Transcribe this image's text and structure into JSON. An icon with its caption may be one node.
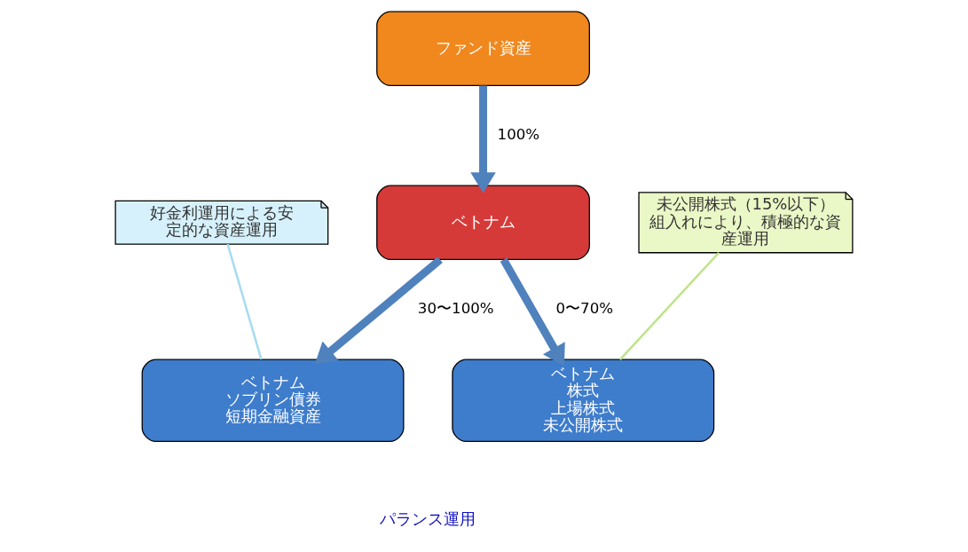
{
  "diagram": {
    "nodes": [
      {
        "text": [
          "ファンド資産"
        ]
      },
      {
        "text": [
          "ベトナム"
        ]
      },
      {
        "text": [
          "ベトナム",
          "ソブリン債券",
          "短期金融資産"
        ]
      },
      {
        "text": [
          "ベトナム",
          "株式",
          "上場株式",
          "未公開株式"
        ]
      },
      {
        "text": [
          "好金利運用による安定的な資産運用"
        ]
      },
      {
        "text": [
          "未公開株式（15%以下）組入れにより、積極的な資産運用"
        ]
      }
    ],
    "edges": [
      {
        "from": 0,
        "to": 1,
        "arrow": "to",
        "label": "100%"
      },
      {
        "from": 1,
        "to": 2,
        "arrow": "to",
        "label": "30〜100%"
      },
      {
        "from": 1,
        "to": 3,
        "arrow": "to",
        "label": "0〜70%"
      },
      {
        "from": 4,
        "to": 2,
        "arrow": "none",
        "color": "#a8dcef"
      },
      {
        "from": 5,
        "to": 3,
        "arrow": "none",
        "color": "#bfe48a"
      }
    ],
    "labels": [
      "パランス運用"
    ]
  }
}
